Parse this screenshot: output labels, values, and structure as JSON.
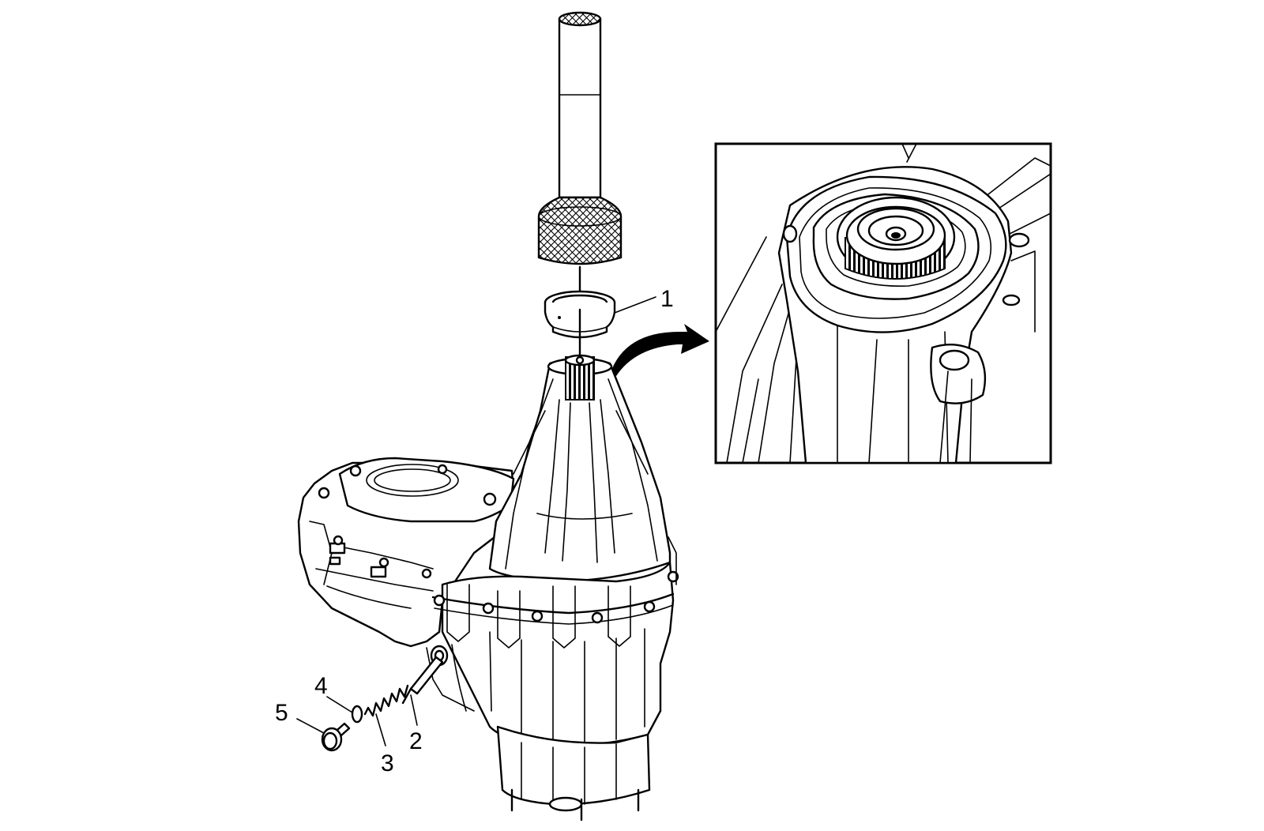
{
  "callouts": {
    "c1": "1",
    "c2": "2",
    "c3": "3",
    "c4": "4",
    "c5": "5"
  },
  "icons": {
    "installer_tool": "seal-installer-tool-icon",
    "seal": "output-shaft-seal-icon",
    "transfer_case": "transfer-case-assembly-icon",
    "detail_view": "seal-installed-detail-icon",
    "arrow": "curved-arrow-icon"
  },
  "colors": {
    "line": "#000000",
    "background": "#ffffff"
  }
}
